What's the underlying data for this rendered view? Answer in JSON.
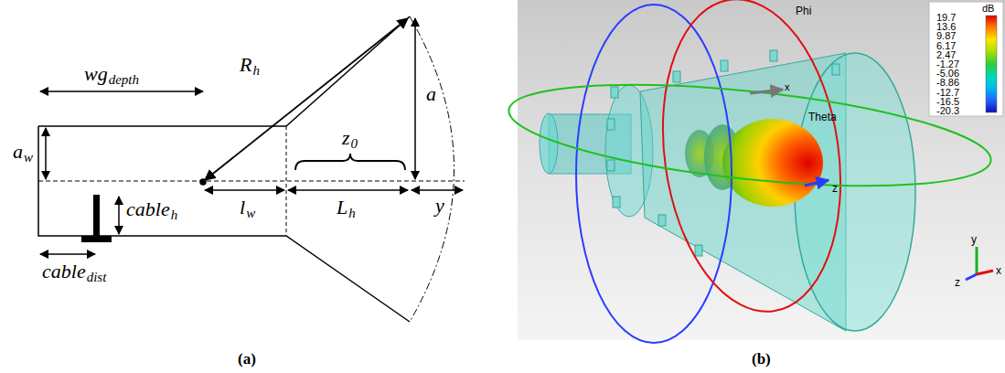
{
  "diagram": {
    "labels": [
      "wg",
      "depth",
      "R",
      "h",
      "a",
      "w",
      "z",
      "0",
      "a",
      "l",
      "w",
      "L",
      "h",
      "y",
      "cable",
      "h",
      "cable",
      "dist",
      "(a)",
      "(b)",
      "Phi",
      "Theta",
      "x",
      "z",
      "dB",
      "19.7",
      "13.6",
      "9.87",
      "6.17",
      "2.47",
      "-1.27",
      "-5.06",
      "-8.86",
      "-12.7",
      "-16.5",
      "-20.3",
      "y",
      "x",
      "z"
    ]
  }
}
